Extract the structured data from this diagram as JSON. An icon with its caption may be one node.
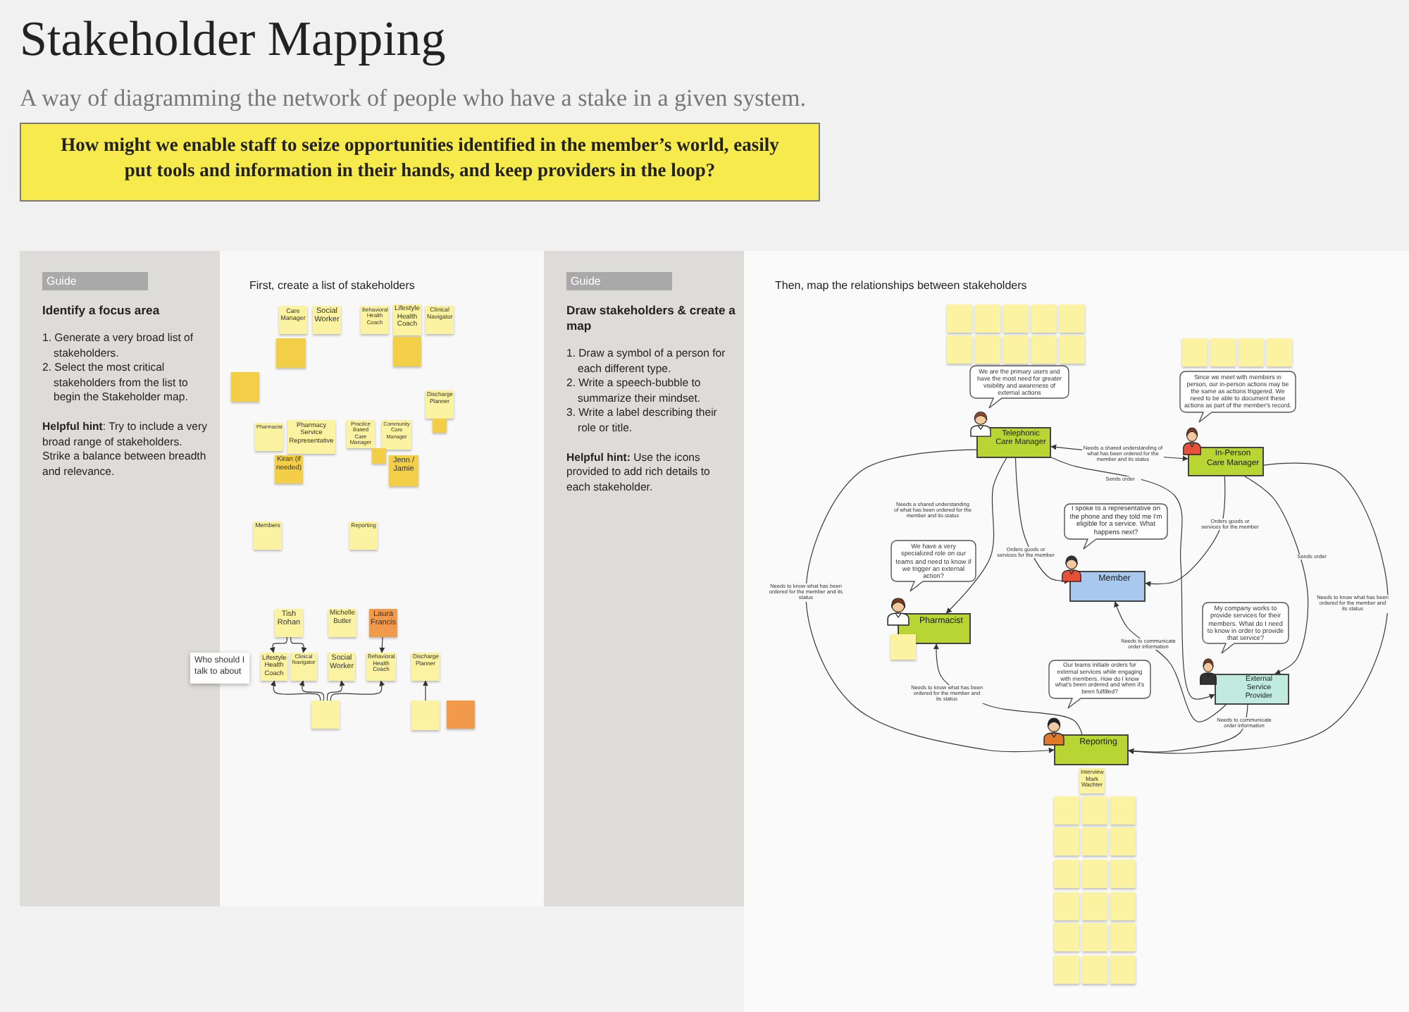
{
  "diagram": {
    "title": "Stakeholder Mapping",
    "nodes": [
      {
        "text": [
          "How might we enable staff to seize opportunities identified in the member’s world, easily put tools and information in their hands, and keep providers in the loop?"
        ]
      },
      {
        "text": [
          "Guide",
          "Identify a focus area",
          "1. Generate a very broad list of stakeholders.",
          "2. Select the most critical stakeholders from the list to begin the Stakeholder map.",
          "**Helpful hint**: Try to include a very broad range of stakeholders. Strike a balance between breadth and relevance."
        ]
      },
      {
        "text": [
          "Guide",
          "Draw stakeholders & create a map",
          "1. Draw a symbol of a person for each different type.",
          "2. Write a speech-bubble to summarize their mindset.",
          "3. Write a label describing their role or title.",
          "**Helpful hint:** Use the icons provided to add rich details to each stakeholder."
        ]
      },
      {
        "text": [
          "Care Manager"
        ]
      },
      {
        "text": [
          "Social Worker"
        ]
      },
      {
        "text": [
          "Behavioral Health Coach"
        ]
      },
      {
        "text": [
          "Lifestyle Health Coach"
        ]
      },
      {
        "text": [
          "Clinical Navigator"
        ]
      },
      {
        "text": [],
        "shape": "box"
      },
      {
        "text": [],
        "shape": "box"
      },
      {
        "text": [],
        "shape": "box"
      },
      {
        "text": [
          "Discharge Planner"
        ]
      },
      {
        "text": [],
        "shape": "box"
      },
      {
        "text": [
          "Pharmacist"
        ]
      },
      {
        "text": [
          "Pharmacy Service Representative"
        ]
      },
      {
        "text": [
          "Practice Based Care Manager"
        ]
      },
      {
        "text": [
          "Community Care Manager"
        ]
      },
      {
        "text": [],
        "shape": "box"
      },
      {
        "text": [
          "Kiran (if needed)"
        ]
      },
      {
        "text": [
          "Jenn / Jamie"
        ]
      },
      {
        "text": [
          "Members"
        ]
      },
      {
        "text": [
          "Reporting"
        ]
      },
      {
        "text": [
          "Tish Rohan"
        ]
      },
      {
        "text": [
          "Michelle Butler"
        ]
      },
      {
        "text": [
          "Laura Francis"
        ]
      },
      {
        "text": [
          "Who should I talk to about"
        ]
      },
      {
        "text": [
          "Lifestyle Health Coach"
        ]
      },
      {
        "text": [
          "Clinical Navigator"
        ]
      },
      {
        "text": [
          "Social Worker"
        ]
      },
      {
        "text": [
          "Behavioral Health Coach"
        ]
      },
      {
        "text": [
          "Discharge Planner"
        ]
      },
      {
        "text": [],
        "shape": "box"
      },
      {
        "text": [],
        "shape": "box"
      },
      {
        "text": [],
        "shape": "box"
      },
      {
        "text": [],
        "shape": "box"
      },
      {
        "text": [],
        "shape": "box"
      },
      {
        "text": [],
        "shape": "box"
      },
      {
        "text": [],
        "shape": "box"
      },
      {
        "text": [],
        "shape": "box"
      },
      {
        "text": [],
        "shape": "box"
      },
      {
        "text": [],
        "shape": "box"
      },
      {
        "text": [],
        "shape": "box"
      },
      {
        "text": [],
        "shape": "box"
      },
      {
        "text": [],
        "shape": "box"
      },
      {
        "text": [],
        "shape": "box"
      },
      {
        "text": [],
        "shape": "box"
      },
      {
        "text": [],
        "shape": "box"
      },
      {
        "text": [],
        "shape": "box"
      },
      {
        "text": [
          "We are the primary users and have the most need for greater visibility and awareness of external actions"
        ]
      },
      {
        "text": [
          "Telephonic Care Manager"
        ]
      },
      {
        "text": [
          "Since we meet with members in person, our in-person actions may be the same as actions triggered. We need to be able to document these actions as part of the member's record."
        ]
      },
      {
        "text": [
          "In-Person Care Manager"
        ]
      },
      {
        "text": [
          "I spoke to a representative on the phone and they told me I'm eligible for a service. What happens next?"
        ]
      },
      {
        "text": [
          "Member"
        ]
      },
      {
        "text": [
          "We have a very specialized role on our teams and need to know if we trigger an external action?"
        ]
      },
      {
        "text": [
          "Pharmacist"
        ]
      },
      {
        "text": [],
        "shape": "box"
      },
      {
        "text": [
          "My company works to provide services for their members. What do I need to know in order to provide that service?"
        ]
      },
      {
        "text": [
          "External Service Provider"
        ]
      },
      {
        "text": [
          "Our teams initiate orders for external services while engaging with members. How do I know what's been ordered and when it's been fulfilled?"
        ]
      },
      {
        "text": [
          "Reporting"
        ]
      },
      {
        "text": [
          "Interview Mark Wachter"
        ]
      },
      {
        "text": [],
        "shape": "box"
      },
      {
        "text": [],
        "shape": "box"
      },
      {
        "text": [],
        "shape": "box"
      },
      {
        "text": [],
        "shape": "box"
      },
      {
        "text": [],
        "shape": "box"
      },
      {
        "text": [],
        "shape": "box"
      },
      {
        "text": [],
        "shape": "box"
      },
      {
        "text": [],
        "shape": "box"
      },
      {
        "text": [],
        "shape": "box"
      },
      {
        "text": [],
        "shape": "box"
      },
      {
        "text": [],
        "shape": "box"
      },
      {
        "text": [],
        "shape": "box"
      },
      {
        "text": [],
        "shape": "box"
      },
      {
        "text": [],
        "shape": "box"
      },
      {
        "text": [],
        "shape": "box"
      },
      {
        "text": [],
        "shape": "box"
      },
      {
        "text": [],
        "shape": "box"
      },
      {
        "text": [],
        "shape": "box"
      }
    ],
    "edges": [
      {
        "from": 49,
        "to": 51,
        "arrow": "both",
        "label": "Needs a shared understanding of what has been ordered for the member and its status"
      },
      {
        "from": 49,
        "to": 55,
        "arrow": "to",
        "label": "Needs a shared understanding of what has been ordered for the member and its status"
      },
      {
        "from": 49,
        "to": 53,
        "arrow": "to",
        "label": "Orders goods or services for the member"
      },
      {
        "from": 49,
        "to": 58,
        "arrow": "to",
        "label": "Sends order"
      },
      {
        "from": 51,
        "to": 53,
        "arrow": "to",
        "label": "Orders goods or services for the member"
      },
      {
        "from": 51,
        "to": 58,
        "arrow": "to",
        "label": "Sends order"
      },
      {
        "from": 58,
        "to": 53,
        "arrow": "to",
        "label": "Needs to communicate order information"
      },
      {
        "from": 49,
        "to": 60,
        "arrow": "to",
        "label": "Needs to know what has been ordered for the member and its status"
      },
      {
        "from": 60,
        "to": 55,
        "arrow": "to",
        "label": "Needs to know what has been ordered for the member and its status"
      },
      {
        "from": 51,
        "to": 60,
        "arrow": "to",
        "label": "Needs to know what has been ordered for the member and its status"
      },
      {
        "from": 58,
        "to": 60,
        "arrow": "to",
        "label": "Needs to communicate order information"
      },
      {
        "from": 22,
        "to": 26,
        "arrow": "to"
      },
      {
        "from": 22,
        "to": 27,
        "arrow": "to"
      },
      {
        "from": 24,
        "to": 29,
        "arrow": "to"
      },
      {
        "from": 31,
        "to": 26,
        "arrow": "to"
      },
      {
        "from": 31,
        "to": 27,
        "arrow": "to"
      },
      {
        "from": 31,
        "to": 28,
        "arrow": "to"
      },
      {
        "from": 31,
        "to": 29,
        "arrow": "to"
      },
      {
        "from": 32,
        "to": 30,
        "arrow": "to"
      }
    ],
    "labels": [
      "A way of diagramming the network of people who have a stake in a given system.",
      "First, create a list of stakeholders",
      "Then, map the relationships between stakeholders"
    ]
  }
}
